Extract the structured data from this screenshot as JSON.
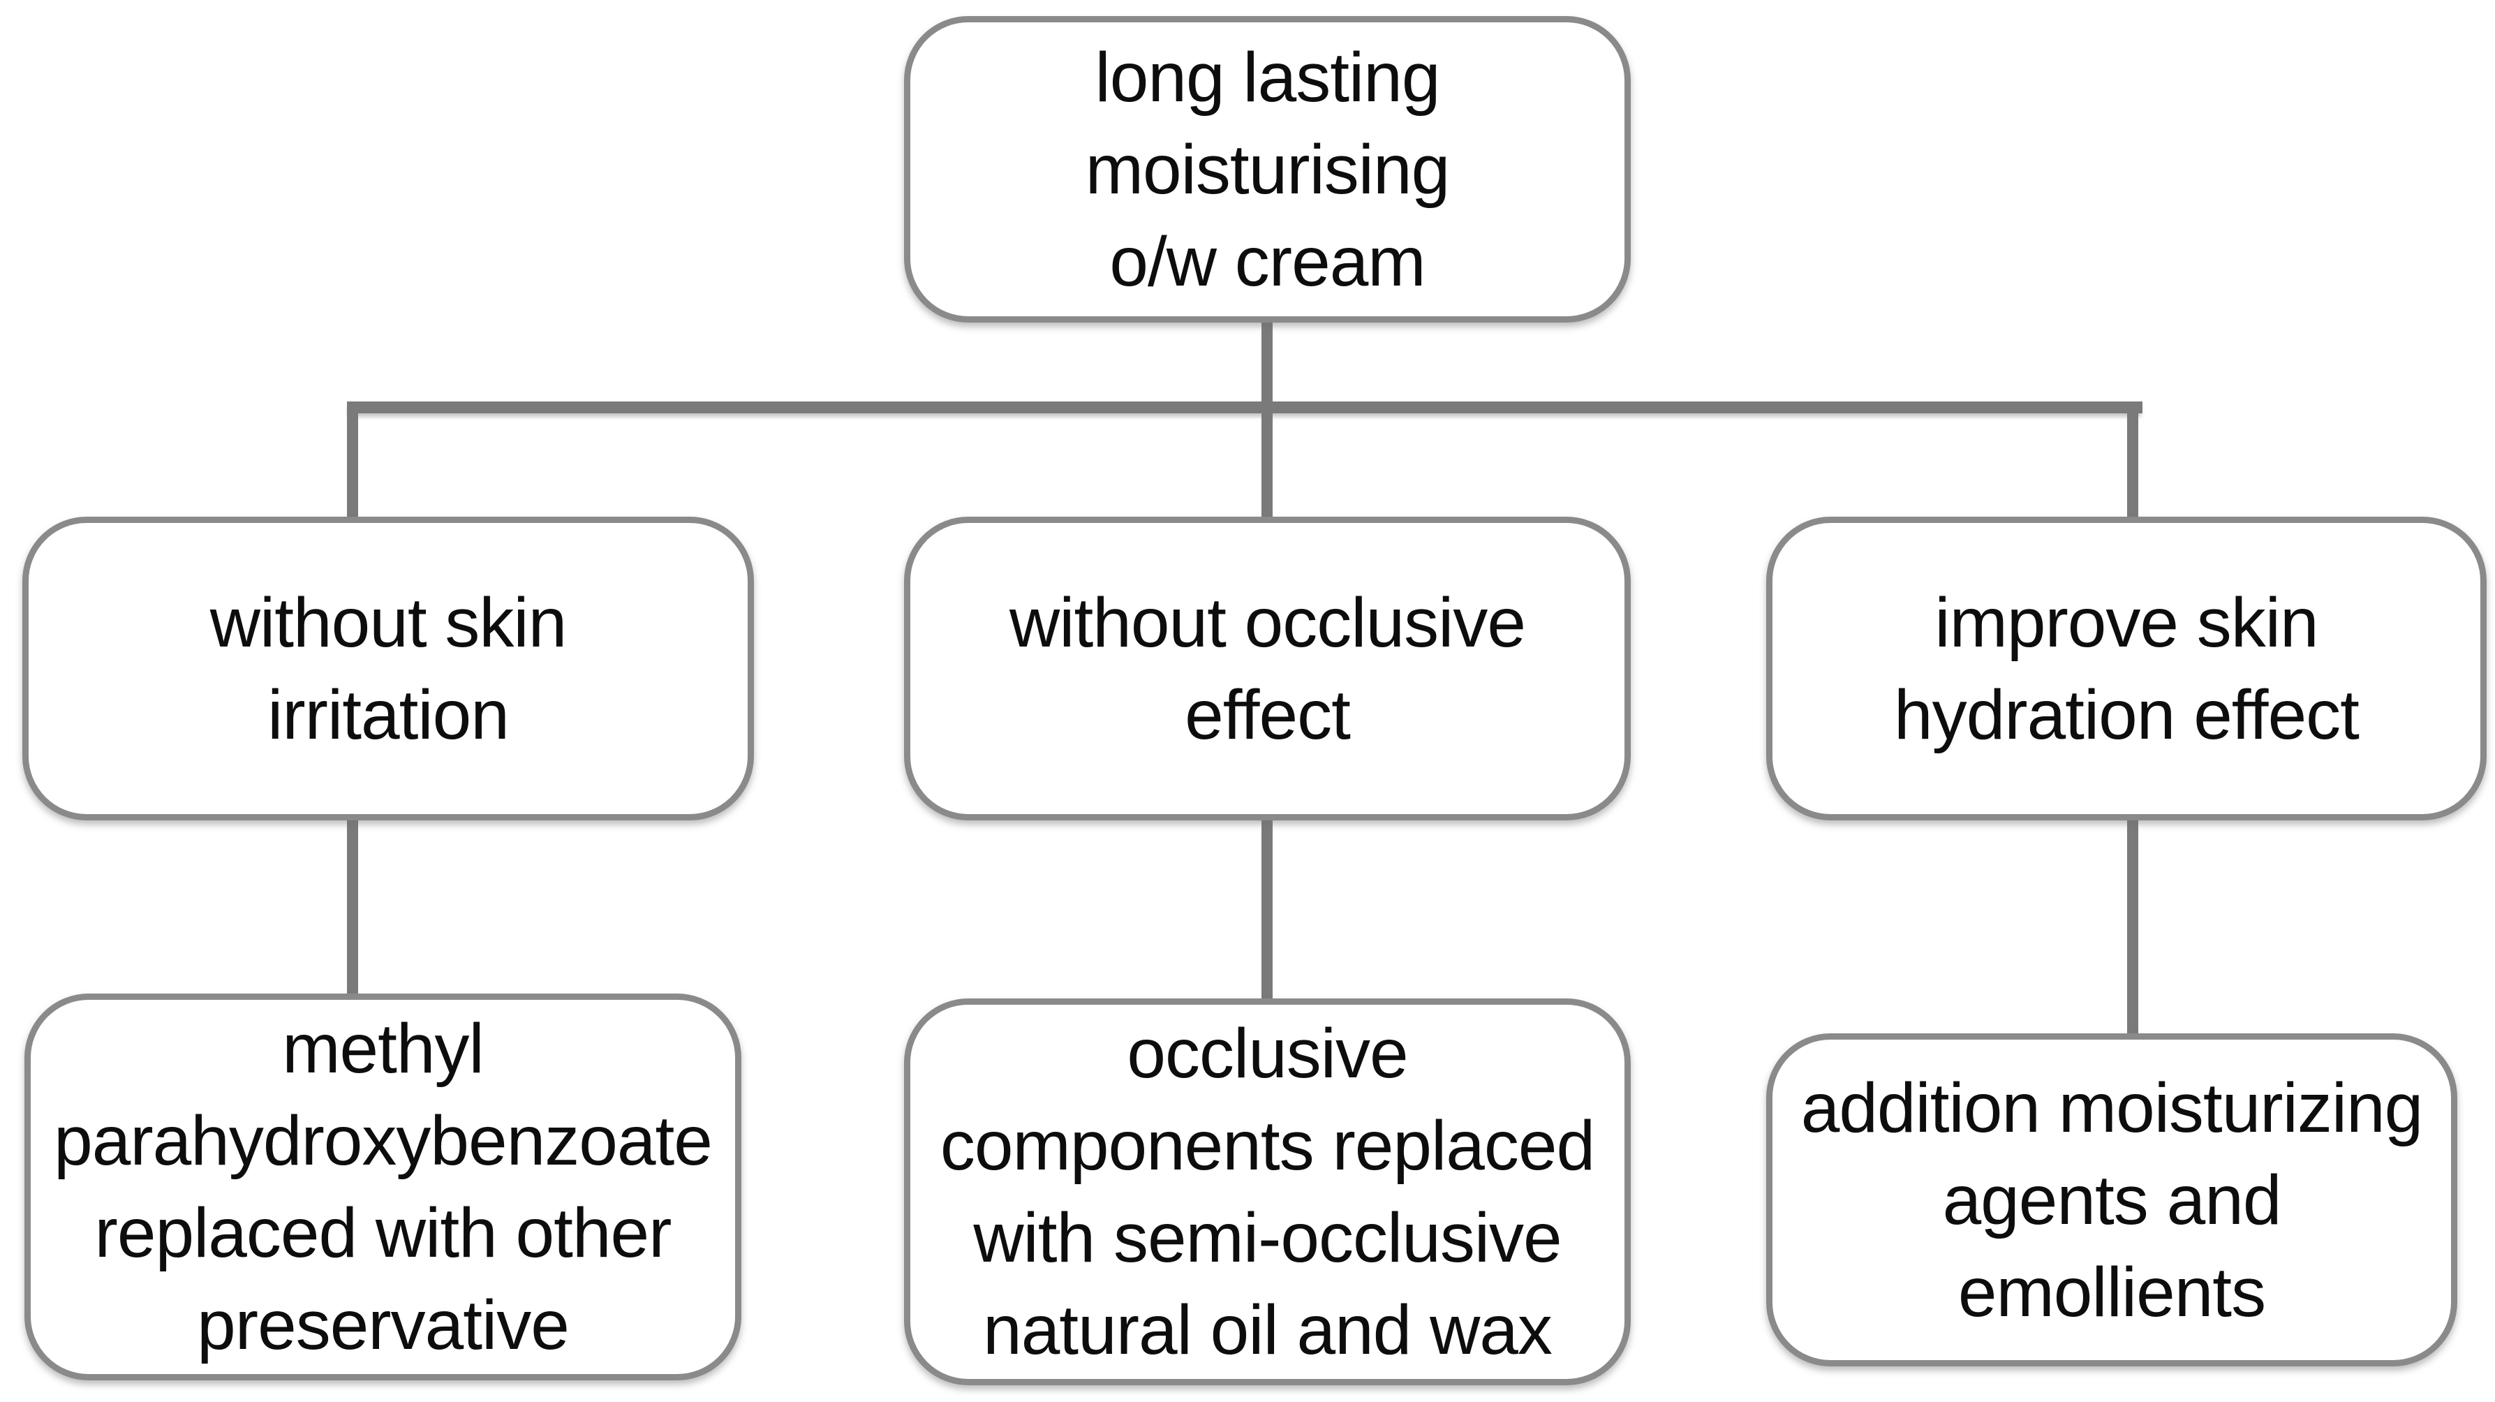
{
  "diagram": {
    "type": "flowchart",
    "background": "#ffffff",
    "connector_color": "#7a7a7a",
    "node_border_color": "#8a8a8a",
    "text_color": "#0d0d0d",
    "nodes": {
      "root": {
        "lines": [
          "long lasting",
          "moisturising",
          "o/w cream"
        ]
      },
      "branch1": {
        "lines": [
          "without skin",
          "irritation"
        ]
      },
      "branch2": {
        "lines": [
          "without occlusive",
          "effect"
        ]
      },
      "branch3": {
        "lines": [
          "improve skin",
          "hydration effect"
        ]
      },
      "leaf1": {
        "lines": [
          "methyl",
          "parahydroxybenzoate",
          "replaced with other",
          "preservative"
        ]
      },
      "leaf2": {
        "lines": [
          "occlusive",
          "components replaced",
          "with semi-occlusive",
          "natural oil and wax"
        ]
      },
      "leaf3": {
        "lines": [
          "addition moisturizing",
          "agents and",
          "emollients"
        ]
      }
    },
    "edges": [
      [
        "root",
        "branch1"
      ],
      [
        "root",
        "branch2"
      ],
      [
        "root",
        "branch3"
      ],
      [
        "branch1",
        "leaf1"
      ],
      [
        "branch2",
        "leaf2"
      ],
      [
        "branch3",
        "leaf3"
      ]
    ]
  }
}
